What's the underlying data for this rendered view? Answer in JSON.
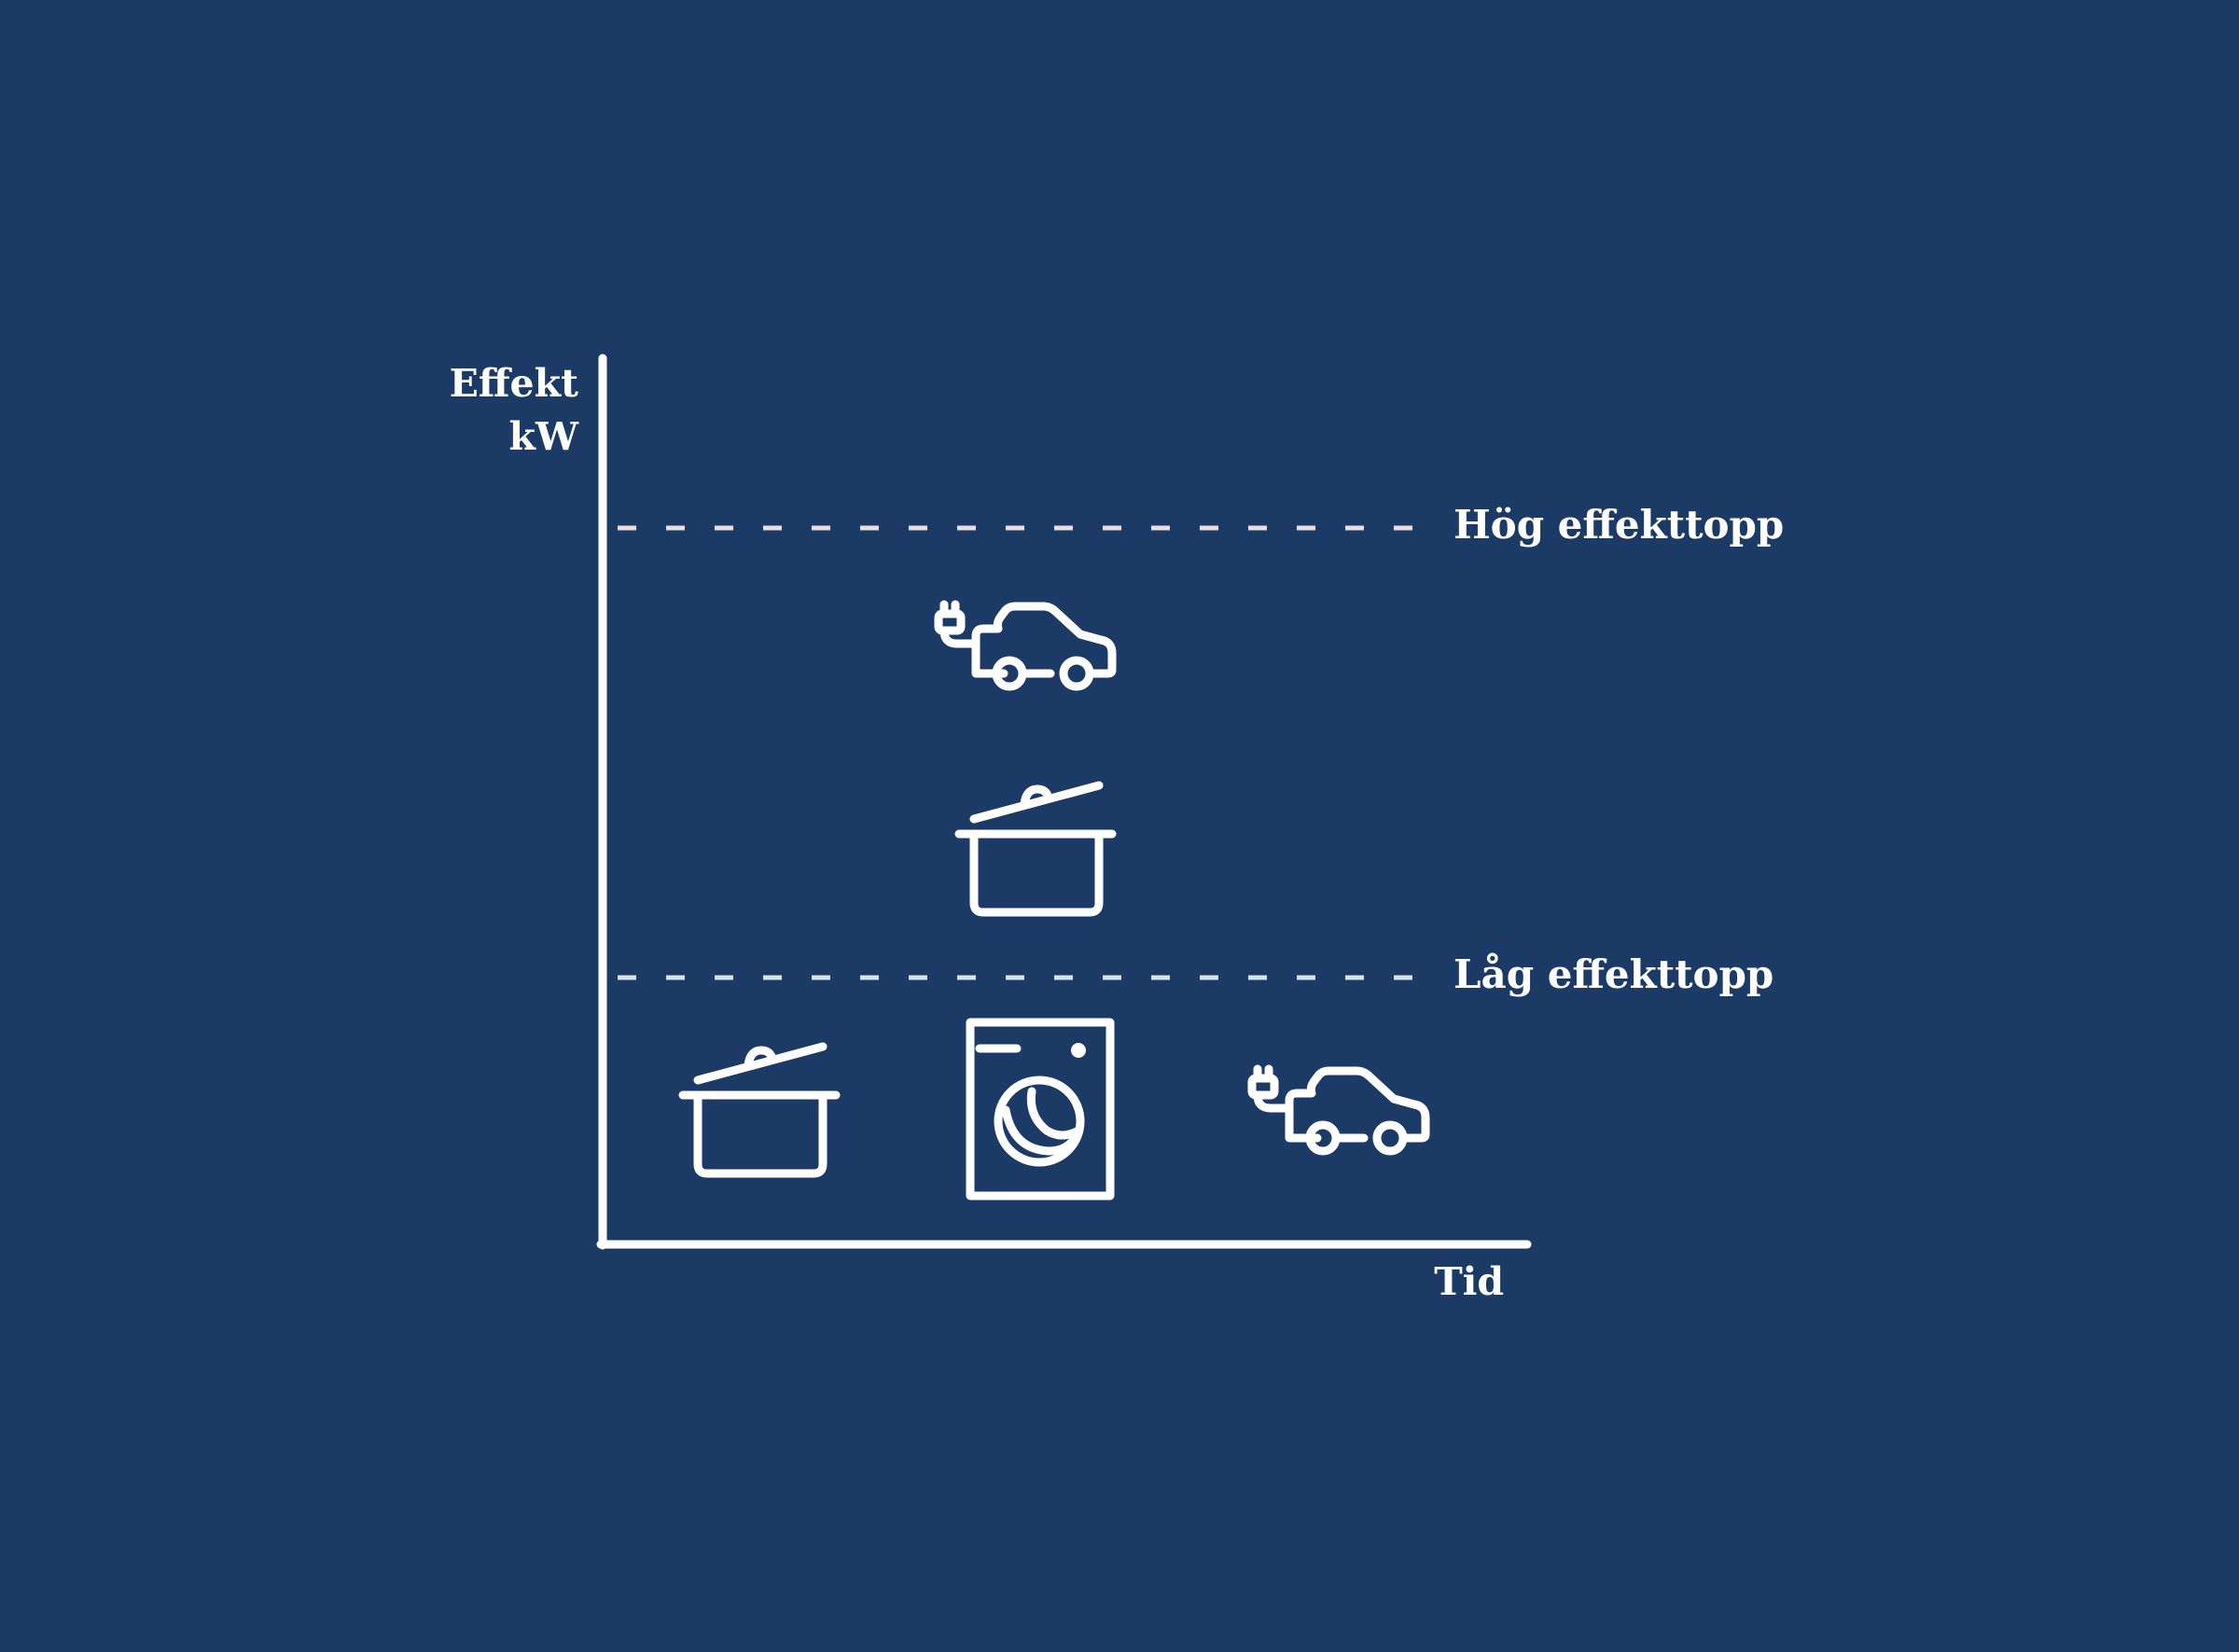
{
  "colors": {
    "background": "#1b3a66",
    "foreground": "#ffffff",
    "high_peak_line": "#e8dde1",
    "low_peak_line": "#d7e3ea"
  },
  "axes": {
    "y_label_line1": "Effekt",
    "y_label_line2": "kW",
    "x_label": "Tid"
  },
  "thresholds": {
    "high": "Hög effekttopp",
    "low": "Låg effekttopp"
  },
  "icons": {
    "high_group": [
      "ev-car-icon",
      "cooking-pot-icon"
    ],
    "low_group": [
      "cooking-pot-icon",
      "washing-machine-icon",
      "ev-car-icon"
    ]
  }
}
